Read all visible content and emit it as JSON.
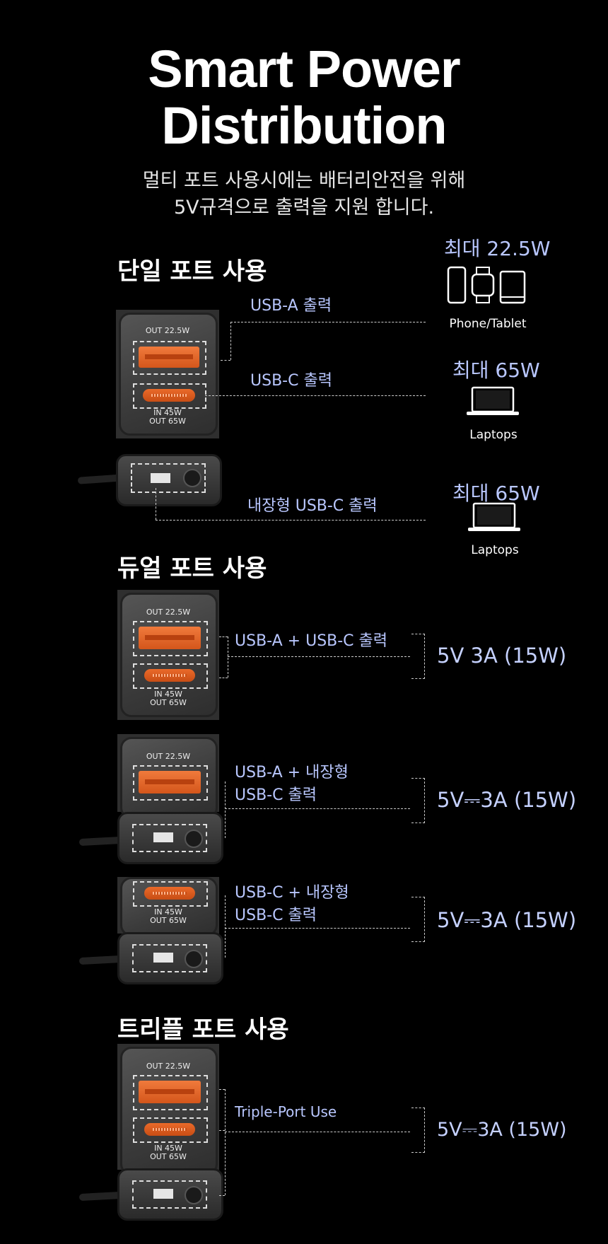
{
  "header": {
    "title_line1": "Smart Power",
    "title_line2": "Distribution",
    "subtitle_line1": "멀티 포트 사용시에는 배터리안전을 위해",
    "subtitle_line2": "5V규격으로 출력을 지원 합니다."
  },
  "single": {
    "heading": "단일 포트 사용",
    "usba_label": "USB-A 출력",
    "usbc_label": "USB-C 출력",
    "builtin_label": "내장형 USB-C 출력",
    "max1": "최대 22.5W",
    "device1": "Phone/Tablet",
    "max2": "최대 65W",
    "device2": "Laptops",
    "max3": "최대 65W",
    "device3": "Laptops"
  },
  "dual": {
    "heading": "듀얼 포트 사용",
    "combo1_label": "USB-A + USB-C 출력",
    "combo1_spec": "5V 3A (15W)",
    "combo2_label_line1": "USB-A + 내장형",
    "combo2_label_line2": "USB-C 출력",
    "combo2_spec": "5V⎓3A (15W)",
    "combo3_label_line1": "USB-C + 내장형",
    "combo3_label_line2": "USB-C 출력",
    "combo3_spec": "5V⎓3A (15W)"
  },
  "triple": {
    "heading": "트리플 포트 사용",
    "label": "Triple-Port Use",
    "spec": "5V⎓3A (15W)"
  },
  "port_text": {
    "out_a": "OUT 22.5W",
    "in_c": "IN 45W",
    "out_c": "OUT 65W"
  }
}
